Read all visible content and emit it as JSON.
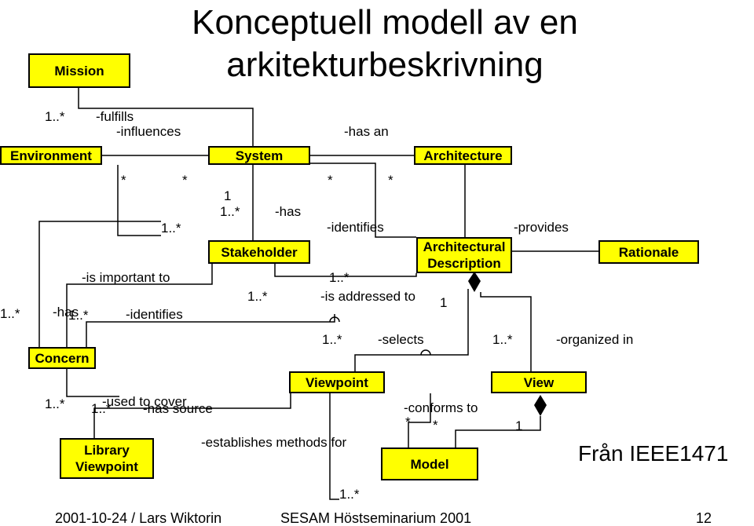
{
  "title": {
    "line1": "Konceptuell modell av en",
    "line2": "arkitekturbeskrivning"
  },
  "boxes": {
    "mission": "Mission",
    "environment": "Environment",
    "system": "System",
    "architecture": "Architecture",
    "stakeholder": "Stakeholder",
    "arch_desc_1": "Architectural",
    "arch_desc_2": "Description",
    "rationale": "Rationale",
    "concern": "Concern",
    "viewpoint": "Viewpoint",
    "view": "View",
    "library_viewpoint_1": "Library",
    "library_viewpoint_2": "Viewpoint",
    "model": "Model"
  },
  "labels": {
    "fulfills_mult": "1..*",
    "fulfills": "-fulfills",
    "influences": "-influences",
    "has_an": "-has an",
    "env_star_1": "*",
    "env_star_2": "*",
    "arch_star_1": "*",
    "arch_star_2": "*",
    "sys_one": "1",
    "sys_many": "1..*",
    "has": "-has",
    "sys_concern_mult": "1..*",
    "identifies_ad": "-identifies",
    "provides": "-provides",
    "is_important_to": "-is important to",
    "ad_stake_mult": "1..*",
    "stake_concern_mult": "1..*",
    "is_addressed_to": "-is addressed to",
    "ad_one": "1",
    "concern_left_mult": "1..*",
    "has_concern": "-has",
    "has_concern_mult": "1..*",
    "identifies_concern": "-identifies",
    "selects_mult": "1..*",
    "selects": "-selects",
    "organized_mult": "1..*",
    "organized_in": "-organized in",
    "used_mult_1": "1..*",
    "used_to_cover": "-used to cover",
    "used_mult_2": "1..*",
    "has_source": "-has source",
    "conforms_to": "-conforms to",
    "model_star_1": "*",
    "model_star_2": "*",
    "view_one": "1",
    "establishes": "-establishes methods for",
    "establishes_mult": "1..*"
  },
  "source_note": "Från IEEE1471",
  "footer": {
    "date_author": "2001-10-24 / Lars Wiktorin",
    "event": "SESAM Höstseminarium 2001",
    "page": "12"
  }
}
